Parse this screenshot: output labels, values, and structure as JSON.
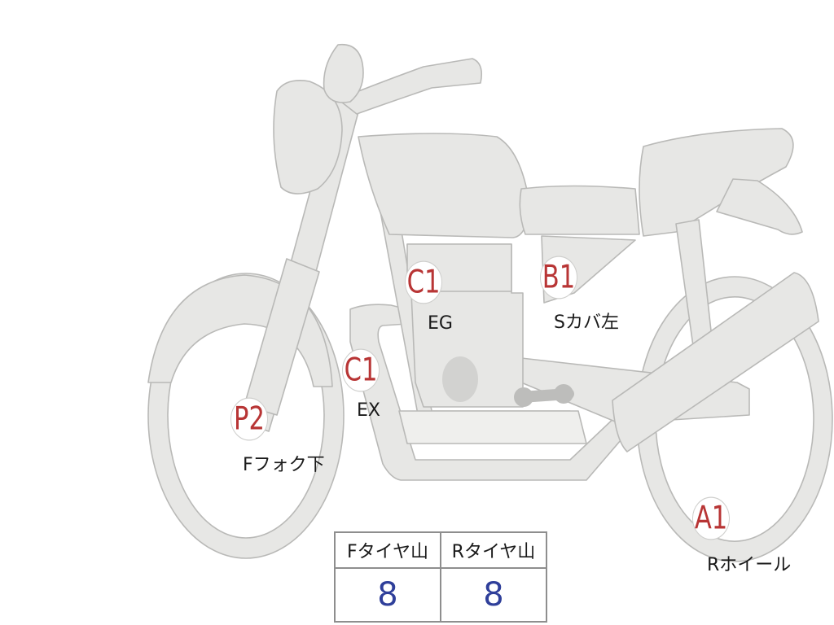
{
  "points": [
    {
      "id": "C1",
      "part": "EG"
    },
    {
      "id": "B1",
      "part": "Sカバ左"
    },
    {
      "id": "C1",
      "part": "EX"
    },
    {
      "id": "P2",
      "part": "Fフォク下"
    },
    {
      "id": "A1",
      "part": "Rホイール"
    }
  ],
  "tire_tread": {
    "front_label": "Fタイヤ山",
    "rear_label": "Rタイヤ山",
    "front_value": "8",
    "rear_value": "8"
  },
  "colors": {
    "bike_fill": "#e7e7e5",
    "marker_text": "#b83535",
    "value_text": "#2f3f9a"
  }
}
